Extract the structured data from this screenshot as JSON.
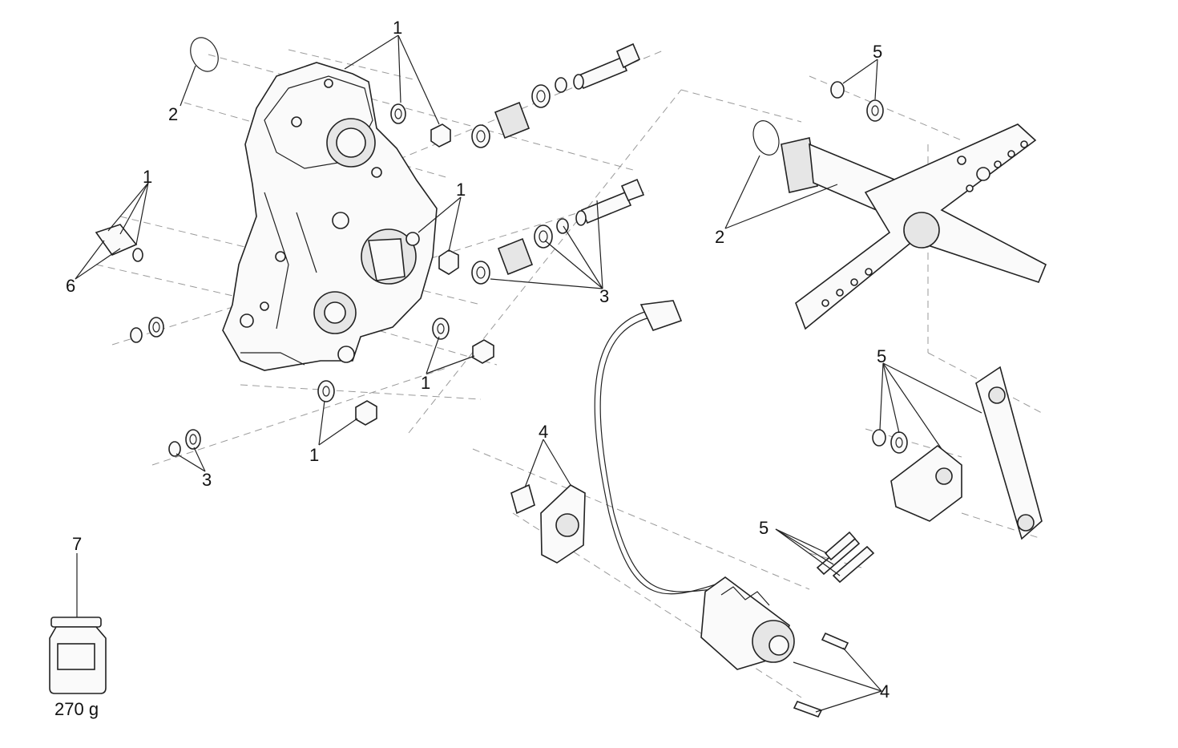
{
  "callouts": {
    "c1_top": "1",
    "c2_top": "2",
    "c1_left": "1",
    "c6": "6",
    "c1_mid": "1",
    "c3_springs": "3",
    "c1_lowmid": "1",
    "c1_bottom": "1",
    "c3_bottom": "3",
    "c5_top": "5",
    "c2_right": "2",
    "c5_mid": "5",
    "c4_plate": "4",
    "c5_bolts": "5",
    "c4_motor": "4",
    "c7": "7"
  },
  "grease": {
    "weight": "270 g"
  }
}
